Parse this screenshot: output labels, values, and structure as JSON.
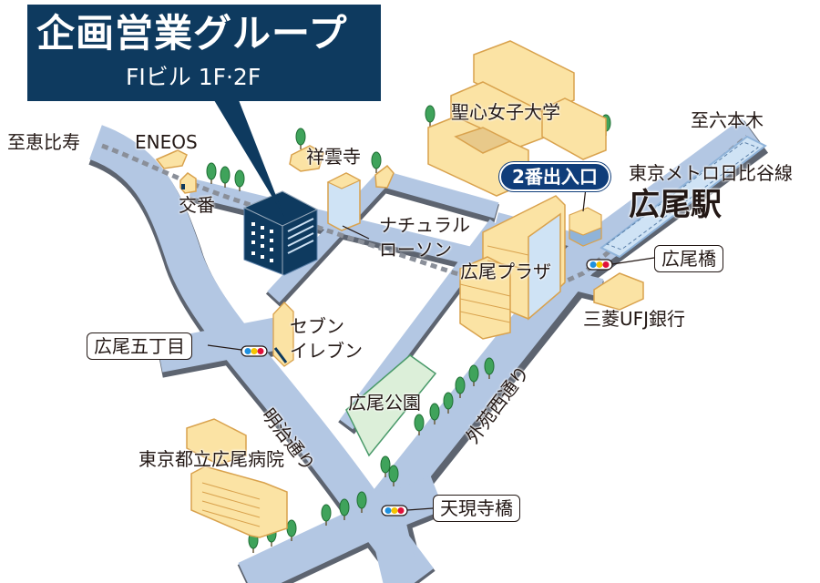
{
  "header": {
    "title": "企画営業グループ",
    "subtitle": "FIビル 1F·2F",
    "bg_color": "#0e3a5f"
  },
  "directions": {
    "to_ebisu": "至恵比寿",
    "to_roppongi": "至六本木"
  },
  "station": {
    "line": "東京メトロ日比谷線",
    "name": "広尾駅",
    "exit": "2番出入口"
  },
  "landmarks": {
    "eneos": "ENEOS",
    "koban": "交番",
    "shounji": "祥雲寺",
    "university": "聖心女子大学",
    "lawson_line1": "ナチュラル",
    "lawson_line2": "ローソン",
    "plaza": "広尾プラザ",
    "seven_line1": "セブン",
    "seven_line2": "イレブン",
    "park": "広尾公園",
    "hospital": "東京都立広尾病院",
    "bank": "三菱UFJ銀行"
  },
  "intersections": {
    "hiroo5": "広尾五丁目",
    "hiroobashi": "広尾橋",
    "tengenjibashi": "天現寺橋"
  },
  "streets": {
    "meiji": "明治通り",
    "gaien_nishi": "外苑西通り"
  },
  "colors": {
    "road": "#b3c7e3",
    "road_edge": "#5d6470",
    "building_target": "#0e3a5f",
    "building_generic": "#fbe3a4",
    "building_outline": "#d9a24d",
    "park": "#dcefd9",
    "tree": "#3fa35b",
    "signal": [
      "#1e90e0",
      "#f5c400",
      "#e0103a"
    ]
  }
}
